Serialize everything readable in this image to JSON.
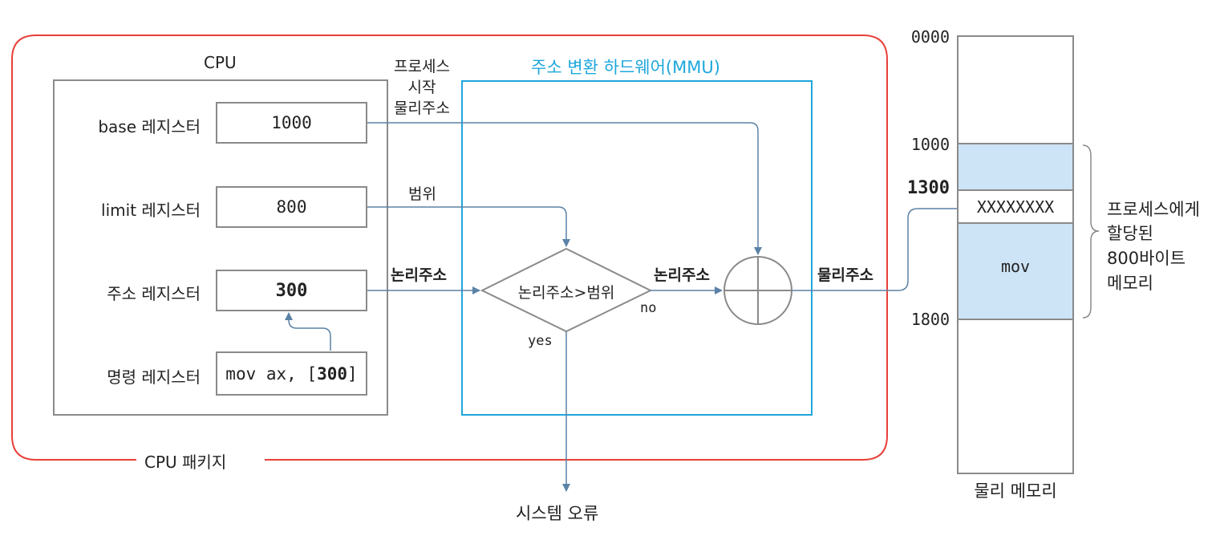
{
  "cpu_package": {
    "label": "CPU 패키지"
  },
  "cpu": {
    "title": "CPU",
    "registers": [
      {
        "name": "base 레지스터",
        "value": "1000"
      },
      {
        "name": "limit 레지스터",
        "value": "800"
      },
      {
        "name": "주소 레지스터",
        "value": "300"
      },
      {
        "name": "명령 레지스터",
        "value_prefix": "mov ax, [",
        "value_bold": "300",
        "value_suffix": "]"
      }
    ]
  },
  "mmu": {
    "title": "주소 변환 하드웨어(MMU)",
    "decision": "논리주소>범위",
    "yes_label": "yes",
    "no_label": "no",
    "error_label": "시스템 오류"
  },
  "annotations": {
    "base_label_line1": "프로세스",
    "base_label_line2": "시작",
    "base_label_line3": "물리주소",
    "limit_label": "범위",
    "logical_in": "논리주소",
    "logical_out": "논리주소",
    "physical_out": "물리주소"
  },
  "memory": {
    "caption": "물리 메모리",
    "addresses": {
      "a0": "0000",
      "a1": "1000",
      "a2": "1300",
      "a3": "1800"
    },
    "row_data": "XXXXXXXX",
    "row_mov": "mov",
    "brace_line1": "프로세스에게",
    "brace_line2": "할당된",
    "brace_line3": "800바이트",
    "brace_line4": "메모리"
  },
  "colors": {
    "package_border": "#e8403a",
    "mmu_border": "#1ea7dc",
    "arrow": "#5b82a6",
    "mem_fill": "#cde3f6"
  }
}
